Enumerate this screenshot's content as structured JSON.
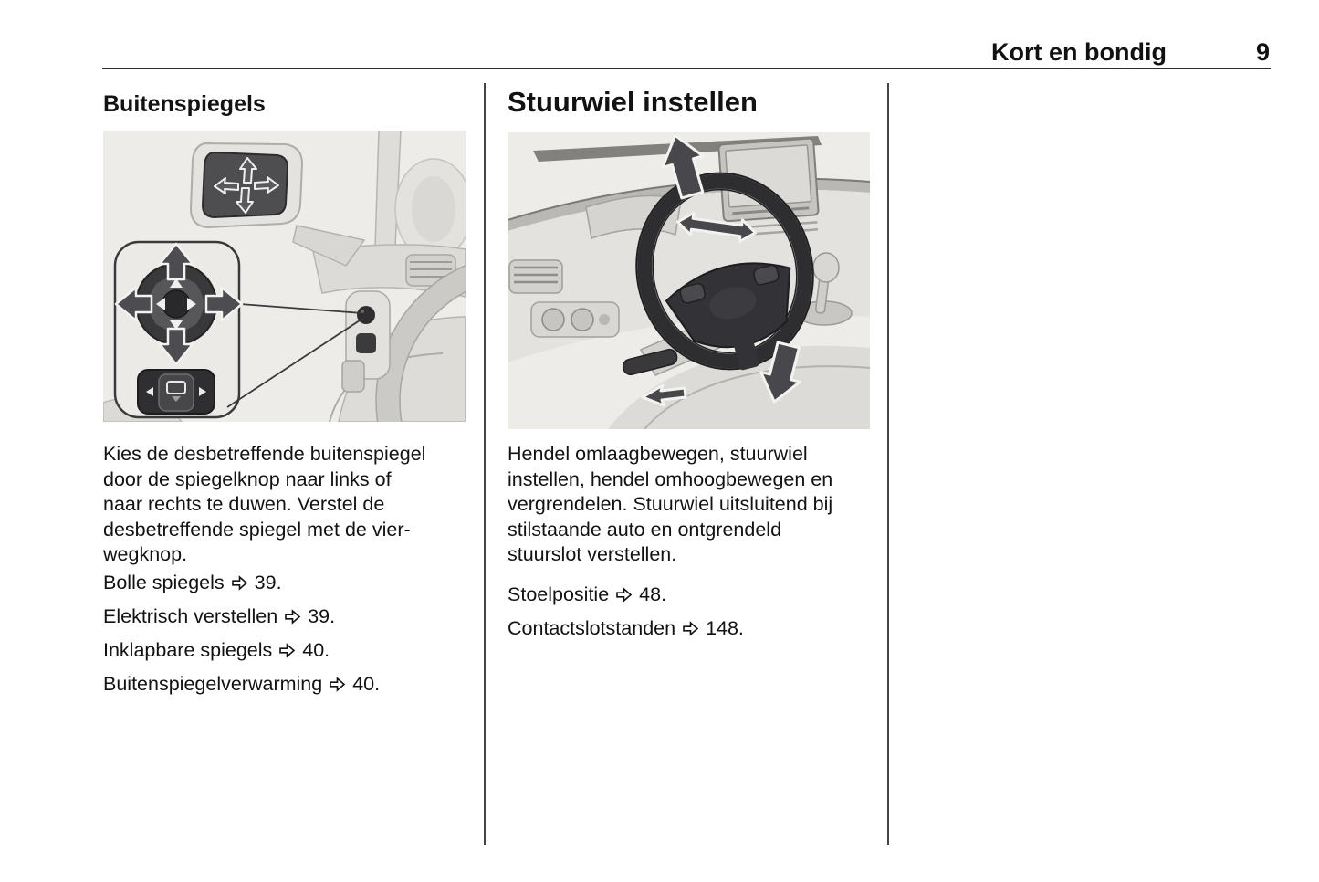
{
  "header": {
    "title": "Kort en bondig",
    "page_number": "9"
  },
  "left_column": {
    "heading": "Buitenspiegels",
    "illustration": "exterior-mirror-adjustment-drawing",
    "paragraph_lines": [
      "Kies de desbetreffende buitenspiegel",
      "door de spiegelknop naar links of",
      "naar rechts te duwen. Verstel de",
      "desbetreffende spiegel met de vier-",
      "wegknop."
    ],
    "references": [
      {
        "label": "Bolle spiegels",
        "page": "39."
      },
      {
        "label": "Elektrisch verstellen",
        "page": "39."
      },
      {
        "label": "Inklapbare spiegels",
        "page": "40."
      },
      {
        "label": "Buitenspiegelverwarming",
        "page": "40."
      }
    ]
  },
  "right_column": {
    "heading": "Stuurwiel instellen",
    "illustration": "steering-wheel-adjustment-drawing",
    "paragraph_lines": [
      "Hendel omlaagbewegen, stuurwiel",
      "instellen, hendel omhoogbewegen en",
      "vergrendelen. Stuurwiel uitsluitend bij",
      "stilstaande auto en ontgrendeld",
      "stuurslot verstellen."
    ],
    "references": [
      {
        "label": "Stoelpositie",
        "page": "48."
      },
      {
        "label": "Contactslotstanden",
        "page": "148."
      }
    ]
  },
  "icons": {
    "page_ref_arrow": "outlined-right-arrow"
  },
  "colors": {
    "text": "#121212",
    "rule": "#2b2b2b",
    "illustration_background": "#edece8",
    "illustration_dark": "#2e2e31",
    "arrow_fill": "#4d4d51"
  }
}
